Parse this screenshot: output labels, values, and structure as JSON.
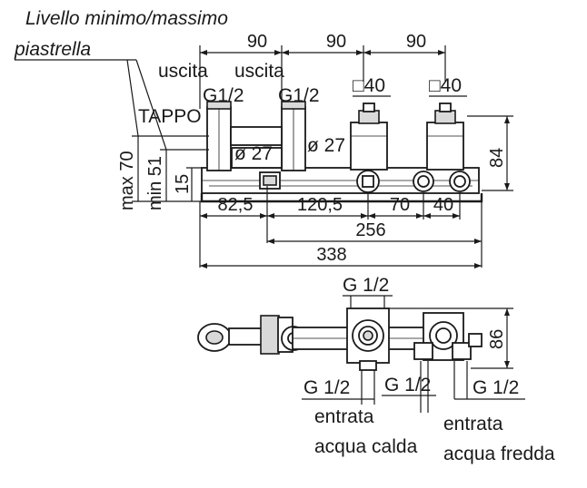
{
  "labels": {
    "tile_level_line1": "Livello minimo/massimo",
    "tile_level_line2": "piastrella",
    "outlet_left": "uscita",
    "outlet_right": "uscita",
    "thread_left": "G1/2",
    "thread_right": "G1/2",
    "plug": "TAPPO",
    "square_left": "□40",
    "square_right": "□40",
    "dia_left": "ø 27",
    "dia_right": "ø 27",
    "max_depth": "max 70",
    "min_depth": "min 51",
    "thread_top": "G 1/2",
    "thread_bottom_left": "G 1/2",
    "thread_bottom_mid": "G 1/2",
    "thread_bottom_right": "G 1/2",
    "hot_inlet_line1": "entrata",
    "hot_inlet_line2": "acqua calda",
    "cold_inlet_line1": "entrata",
    "cold_inlet_line2": "acqua fredda"
  },
  "dimensions": {
    "top_spacing_1": "90",
    "top_spacing_2": "90",
    "top_spacing_3": "90",
    "height_84": "84",
    "depth_15": "15",
    "d_82_5": "82,5",
    "d_120_5": "120,5",
    "d_70": "70",
    "d_40": "40",
    "d_256": "256",
    "d_338": "338",
    "depth_86": "86"
  }
}
